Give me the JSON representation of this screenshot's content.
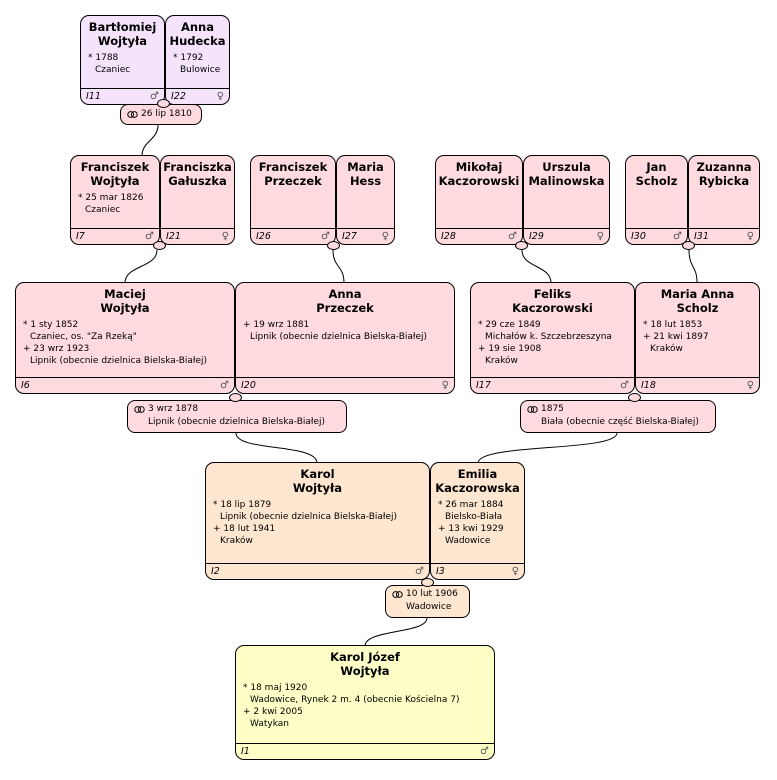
{
  "people": {
    "I11": {
      "name1": "Bartłomiej",
      "name2": "Wojtyła",
      "details": [
        "* 1788",
        "Czaniec"
      ],
      "id": "I11",
      "gender": "♂"
    },
    "I22": {
      "name1": "Anna",
      "name2": "Hudecka",
      "details": [
        "* 1792",
        "Bulowice"
      ],
      "id": "I22",
      "gender": "♀"
    },
    "I7": {
      "name1": "Franciszek",
      "name2": "Wojtyła",
      "details": [
        "* 25 mar 1826",
        "Czaniec"
      ],
      "id": "I7",
      "gender": "♂"
    },
    "I21": {
      "name1": "Franciszka",
      "name2": "Gałuszka",
      "details": [],
      "id": "I21",
      "gender": "♀"
    },
    "I26": {
      "name1": "Franciszek",
      "name2": "Przeczek",
      "details": [],
      "id": "I26",
      "gender": "♂"
    },
    "I27": {
      "name1": "Maria",
      "name2": "Hess",
      "details": [],
      "id": "I27",
      "gender": "♀"
    },
    "I28": {
      "name1": "Mikołaj",
      "name2": "Kaczorowski",
      "details": [],
      "id": "I28",
      "gender": "♂"
    },
    "I29": {
      "name1": "Urszula",
      "name2": "Malinowska",
      "details": [],
      "id": "I29",
      "gender": "♀"
    },
    "I30": {
      "name1": "Jan",
      "name2": "Scholz",
      "details": [],
      "id": "I30",
      "gender": "♂"
    },
    "I31": {
      "name1": "Zuzanna",
      "name2": "Rybicka",
      "details": [],
      "id": "I31",
      "gender": "♀"
    },
    "I6": {
      "name1": "Maciej",
      "name2": "Wojtyła",
      "details": [
        "* 1 sty 1852",
        "Czaniec, os. \"Za Rzeką\"",
        "+ 23 wrz 1923",
        "Lipnik (obecnie dzielnica Bielska-Białej)"
      ],
      "id": "I6",
      "gender": "♂"
    },
    "I20": {
      "name1": "Anna",
      "name2": "Przeczek",
      "details": [
        "+ 19 wrz 1881",
        "Lipnik (obecnie dzielnica Bielska-Białej)"
      ],
      "id": "I20",
      "gender": "♀"
    },
    "I17": {
      "name1": "Feliks",
      "name2": "Kaczorowski",
      "details": [
        "* 29 cze 1849",
        "Michałów k. Szczebrzeszyna",
        "+ 19 sie 1908",
        "Kraków"
      ],
      "id": "I17",
      "gender": "♂"
    },
    "I18": {
      "name1": "Maria Anna",
      "name2": "Scholz",
      "details": [
        "* 18 lut 1853",
        "+ 21 kwi 1897",
        "Kraków"
      ],
      "id": "I18",
      "gender": "♀"
    },
    "I2": {
      "name1": "Karol",
      "name2": "Wojtyła",
      "details": [
        "* 18 lip 1879",
        "Lipnik (obecnie dzielnica Bielska-Białej)",
        "+ 18 lut 1941",
        "Kraków"
      ],
      "id": "I2",
      "gender": "♂"
    },
    "I3": {
      "name1": "Emilia",
      "name2": "Kaczorowska",
      "details": [
        "* 26 mar 1884",
        "Bielsko-Biała",
        "+ 13 kwi 1929",
        "Wadowice"
      ],
      "id": "I3",
      "gender": "♀"
    },
    "I1": {
      "name1": "Karol Józef",
      "name2": "Wojtyła",
      "details": [
        "* 18 maj 1920",
        "Wadowice, Rynek 2 m. 4 (obecnie Kościelna 7)",
        "+ 2 kwi 2005",
        "Watykan"
      ],
      "id": "I1",
      "gender": "♂"
    }
  },
  "marriages": {
    "m1810": {
      "date": "26 lip 1810",
      "place": ""
    },
    "m1878": {
      "date": "3 wrz 1878",
      "place": "Lipnik (obecnie dzielnica Bielska-Białej)"
    },
    "m1875": {
      "date": "1875",
      "place": "Biała (obecnie część Bielska-Białej)"
    },
    "m1906": {
      "date": "10 lut 1906",
      "place": "Wadowice"
    }
  },
  "icons": {
    "marriage_icon": "⚭",
    "male_symbol": "♂",
    "female_symbol": "♀"
  },
  "colors": {
    "generation1_fill": "#f5e3fb",
    "generation2_fill": "#ffdade",
    "generation3_fill": "#ffdade",
    "generation4_fill": "#ffe6d0",
    "generation5_fill": "#fdffc7",
    "marriage_fill_pink": "#ffdade",
    "marriage_fill_peach": "#ffe6d0",
    "border": "#000000",
    "background": "#ffffff"
  }
}
